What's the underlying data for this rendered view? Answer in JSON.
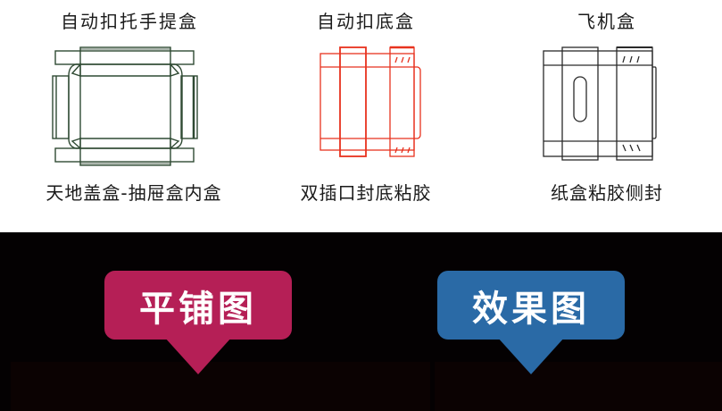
{
  "box_types": [
    {
      "title": "自动扣托手提盒",
      "caption": "天地盖盒-抽屉盒内盒",
      "diagram_icon": "tray-box-dieline-icon",
      "line_color": "#2f4a33"
    },
    {
      "title": "自动扣底盒",
      "caption": "双插口封底粘胶",
      "diagram_icon": "auto-lock-bottom-box-dieline-icon",
      "line_color": "#e8321e"
    },
    {
      "title": "飞机盒",
      "caption": "纸盒粘胶侧封",
      "diagram_icon": "mailer-box-dieline-icon",
      "line_color": "#2a2a2a"
    }
  ],
  "bubbles": [
    {
      "label": "平铺图",
      "color": "#b51f56",
      "icon": "speech-bubble-icon"
    },
    {
      "label": "效果图",
      "color": "#2a6aa6",
      "icon": "speech-bubble-icon"
    }
  ],
  "colors": {
    "top_background": "#ffffff",
    "bottom_background": "#040102",
    "text": "#1a1a1a"
  }
}
